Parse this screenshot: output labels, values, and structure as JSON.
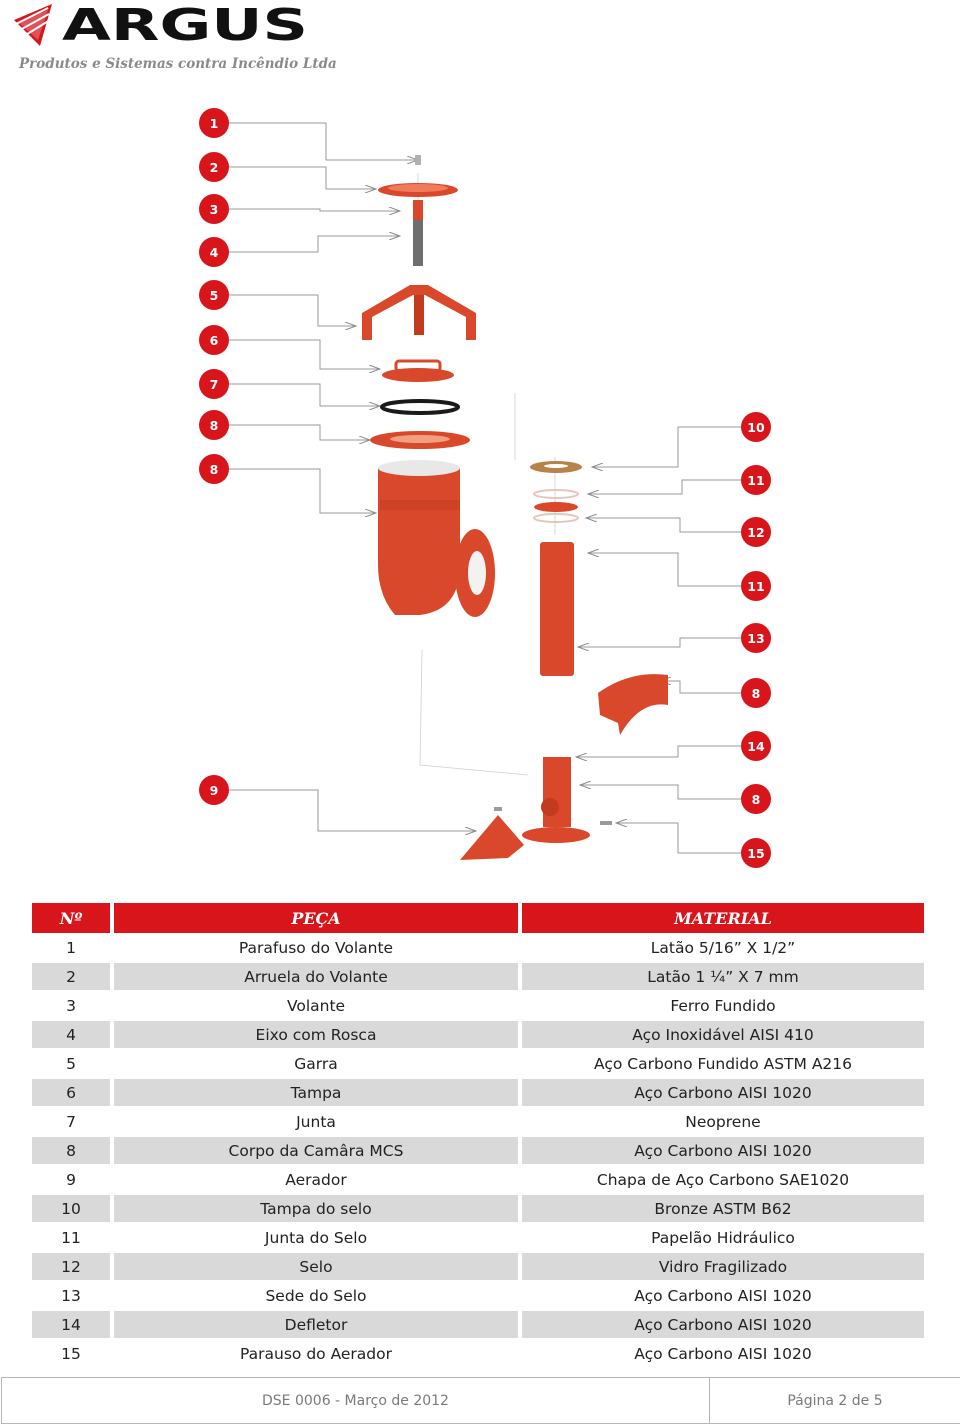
{
  "brand": {
    "name": "ARGUS",
    "tagline": "Produtos e Sistemas contra Incêndio Ltda",
    "accent": "#d9151c"
  },
  "diagram": {
    "left_callouts": [
      "1",
      "2",
      "3",
      "4",
      "5",
      "6",
      "7",
      "8",
      "8",
      "9"
    ],
    "right_callouts": [
      "10",
      "11",
      "12",
      "11",
      "13",
      "8",
      "14",
      "8",
      "15"
    ],
    "part_color": "#d9482a"
  },
  "table": {
    "headers": [
      "Nº",
      "PEÇA",
      "MATERIAL"
    ],
    "rows": [
      [
        "1",
        "Parafuso do Volante",
        "Latão 5/16” X 1/2”"
      ],
      [
        "2",
        "Arruela do Volante",
        "Latão 1 ¼” X 7 mm"
      ],
      [
        "3",
        "Volante",
        "Ferro Fundido"
      ],
      [
        "4",
        "Eixo com Rosca",
        "Aço Inoxidável AISI 410"
      ],
      [
        "5",
        "Garra",
        "Aço Carbono Fundido ASTM A216"
      ],
      [
        "6",
        "Tampa",
        "Aço Carbono AISI 1020"
      ],
      [
        "7",
        "Junta",
        "Neoprene"
      ],
      [
        "8",
        "Corpo da Camâra MCS",
        "Aço Carbono AISI 1020"
      ],
      [
        "9",
        "Aerador",
        "Chapa de Aço Carbono SAE1020"
      ],
      [
        "10",
        "Tampa do selo",
        "Bronze ASTM B62"
      ],
      [
        "11",
        "Junta do Selo",
        "Papelão Hidráulico"
      ],
      [
        "12",
        "Selo",
        "Vidro Fragilizado"
      ],
      [
        "13",
        "Sede do Selo",
        "Aço Carbono AISI 1020"
      ],
      [
        "14",
        "Defletor",
        "Aço Carbono AISI 1020"
      ],
      [
        "15",
        "Parauso do Aerador",
        "Aço Carbono AISI 1020"
      ]
    ]
  },
  "footer": {
    "doc_ref": "DSE 0006 - Março de 2012",
    "page": "Página 2 de 5"
  }
}
